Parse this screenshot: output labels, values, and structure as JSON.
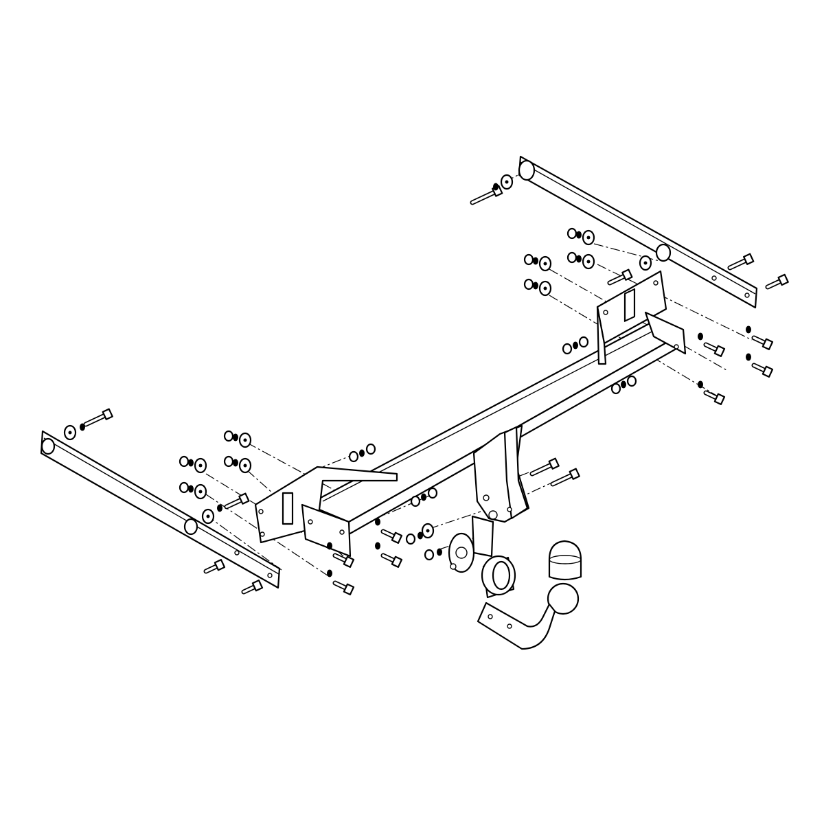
{
  "diagram": {
    "subject": "tow-bar-exploded-assembly",
    "colors": {
      "background": "#ffffff",
      "line": "#000000",
      "fill": "#ffffff"
    },
    "components": [
      "right-mounting-rail",
      "left-mounting-rail",
      "main-crossbeam",
      "right-side-bracket",
      "left-side-bracket",
      "center-hitch-bracket",
      "socket-plate",
      "electrical-socket",
      "ball-cap",
      "tow-ball-neck",
      "bolt-set"
    ]
  }
}
